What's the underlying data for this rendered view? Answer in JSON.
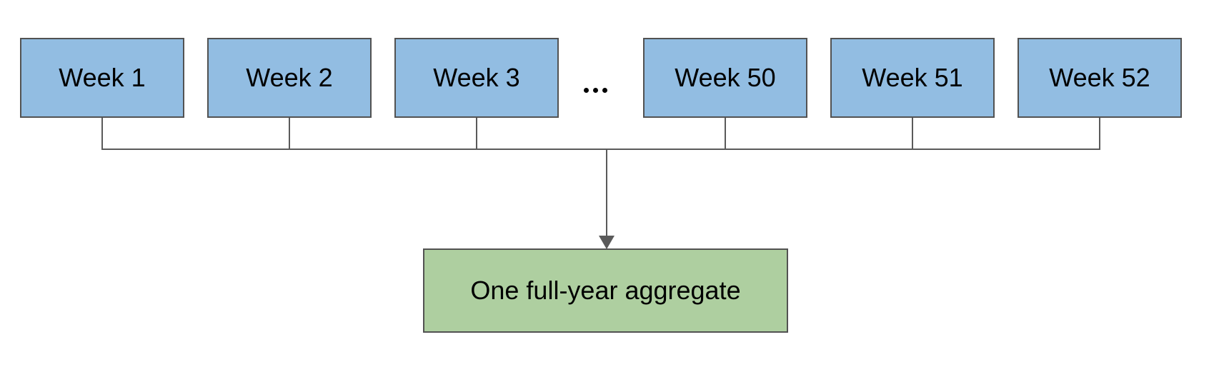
{
  "diagram": {
    "week_boxes": [
      {
        "label": "Week 1"
      },
      {
        "label": "Week 2"
      },
      {
        "label": "Week 3"
      },
      {
        "label": "Week 50"
      },
      {
        "label": "Week 51"
      },
      {
        "label": "Week 52"
      }
    ],
    "ellipsis": "...",
    "aggregate_box": {
      "label": "One full-year aggregate"
    },
    "colors": {
      "week_box_fill": "#92bde2",
      "week_box_border": "#525252",
      "aggregate_box_fill": "#aecfa0",
      "aggregate_box_border": "#525252",
      "connector_line": "#5a5a5a",
      "text": "#000000",
      "background": "#ffffff"
    }
  }
}
